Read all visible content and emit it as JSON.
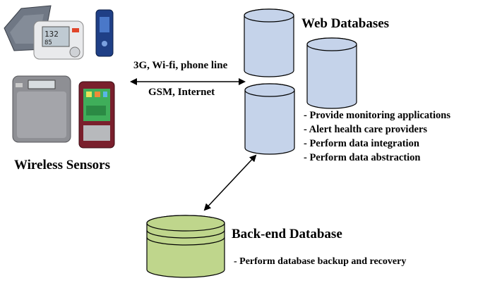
{
  "sensors": {
    "label": "Wireless Sensors",
    "device_icons": [
      "blood-pressure-monitor-icon",
      "pedometer-icon",
      "weight-scale-icon",
      "smartphone-icon"
    ]
  },
  "connection": {
    "top_label": "3G, Wi-fi, phone line",
    "bottom_label": "GSM, Internet"
  },
  "web_databases": {
    "title": "Web Databases",
    "bullets": [
      "- Provide monitoring applications",
      "- Alert health care providers",
      "- Perform data integration",
      "- Perform data abstraction"
    ]
  },
  "backend": {
    "title": "Back-end Database",
    "bullet": "- Perform database backup and recovery"
  },
  "colors": {
    "web_db_fill": "#c5d3ea",
    "backend_db_fill": "#bfd68c",
    "stroke": "#000000"
  }
}
